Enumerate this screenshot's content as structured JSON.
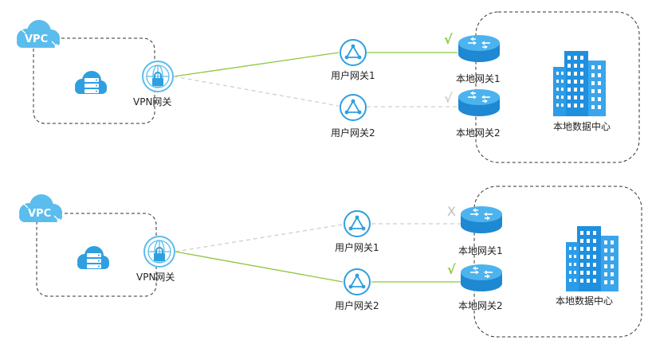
{
  "colors": {
    "primary_blue": "#2f9fe0",
    "light_blue": "#5bbcee",
    "active_link": "#8cc63f",
    "standby_link": "#cfcfcf",
    "border_dash": "#333333"
  },
  "scenarios": [
    {
      "vpc_label": "VPC",
      "vpn_gateway_label": "VPN网关",
      "customer_gateways": [
        {
          "label": "用户网关1",
          "link_state": "active"
        },
        {
          "label": "用户网关2",
          "link_state": "standby"
        }
      ],
      "local_gateways": [
        {
          "label": "本地网关1",
          "status_mark": "√",
          "status": "ok"
        },
        {
          "label": "本地网关2",
          "status_mark": "√",
          "status": "idle"
        }
      ],
      "datacenter_label": "本地数据中心"
    },
    {
      "vpc_label": "VPC",
      "vpn_gateway_label": "VPN网关",
      "customer_gateways": [
        {
          "label": "用户网关1",
          "link_state": "standby"
        },
        {
          "label": "用户网关2",
          "link_state": "active"
        }
      ],
      "local_gateways": [
        {
          "label": "本地网关1",
          "status_mark": "X",
          "status": "failed"
        },
        {
          "label": "本地网关2",
          "status_mark": "√",
          "status": "ok"
        }
      ],
      "datacenter_label": "本地数据中心"
    }
  ]
}
